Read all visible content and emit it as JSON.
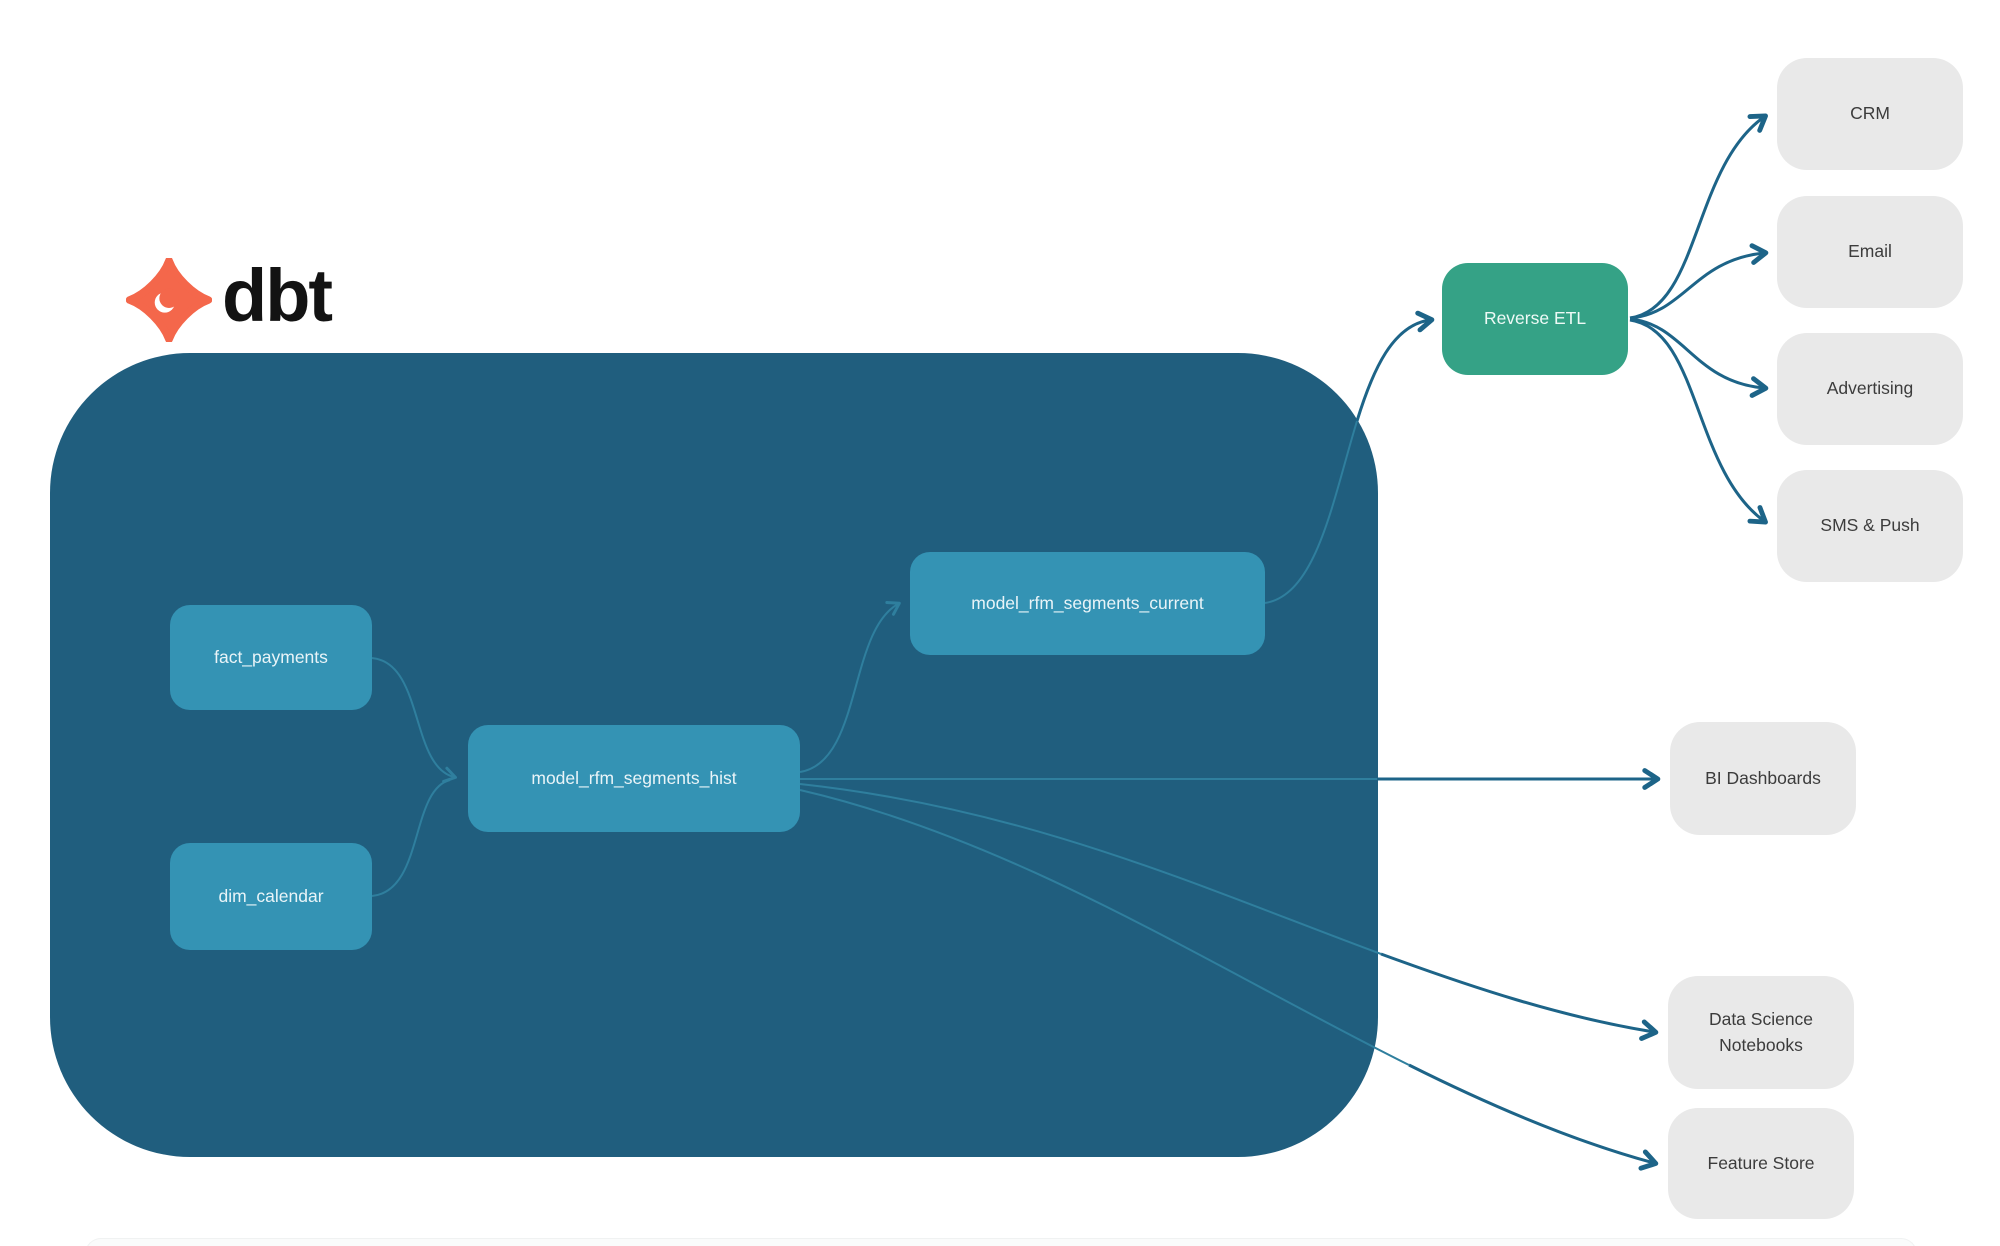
{
  "logo": {
    "brand": "dbt"
  },
  "pipeline": {
    "warehouse_nodes": {
      "fact_payments": "fact_payments",
      "dim_calendar": "dim_calendar",
      "model_rfm_segments_hist": "model_rfm_segments_hist",
      "model_rfm_segments_current": "model_rfm_segments_current"
    },
    "reverse_etl": {
      "label": "Reverse ETL"
    },
    "destinations": {
      "crm": "CRM",
      "email": "Email",
      "advertising": "Advertising",
      "sms_push": "SMS & Push",
      "bi_dashboards": "BI Dashboards",
      "data_science_notebooks": "Data Science Notebooks",
      "feature_store": "Feature Store"
    },
    "edges": [
      "fact_payments -> model_rfm_segments_hist",
      "dim_calendar -> model_rfm_segments_hist",
      "model_rfm_segments_hist -> model_rfm_segments_current",
      "model_rfm_segments_current -> Reverse ETL",
      "Reverse ETL -> CRM",
      "Reverse ETL -> Email",
      "Reverse ETL -> Advertising",
      "Reverse ETL -> SMS & Push",
      "model_rfm_segments_hist -> BI Dashboards",
      "model_rfm_segments_hist -> Data Science Notebooks",
      "model_rfm_segments_hist -> Feature Store"
    ]
  },
  "colors": {
    "warehouse_container": "#205e7e",
    "warehouse_node": "#3493b4",
    "reverse_etl_node": "#35a286",
    "destination_node": "#e9e9e9",
    "edge_inside": "#2f7f9e",
    "edge_outside": "#1d6488",
    "logo_orange": "#f4674b",
    "logo_text": "#131313"
  }
}
